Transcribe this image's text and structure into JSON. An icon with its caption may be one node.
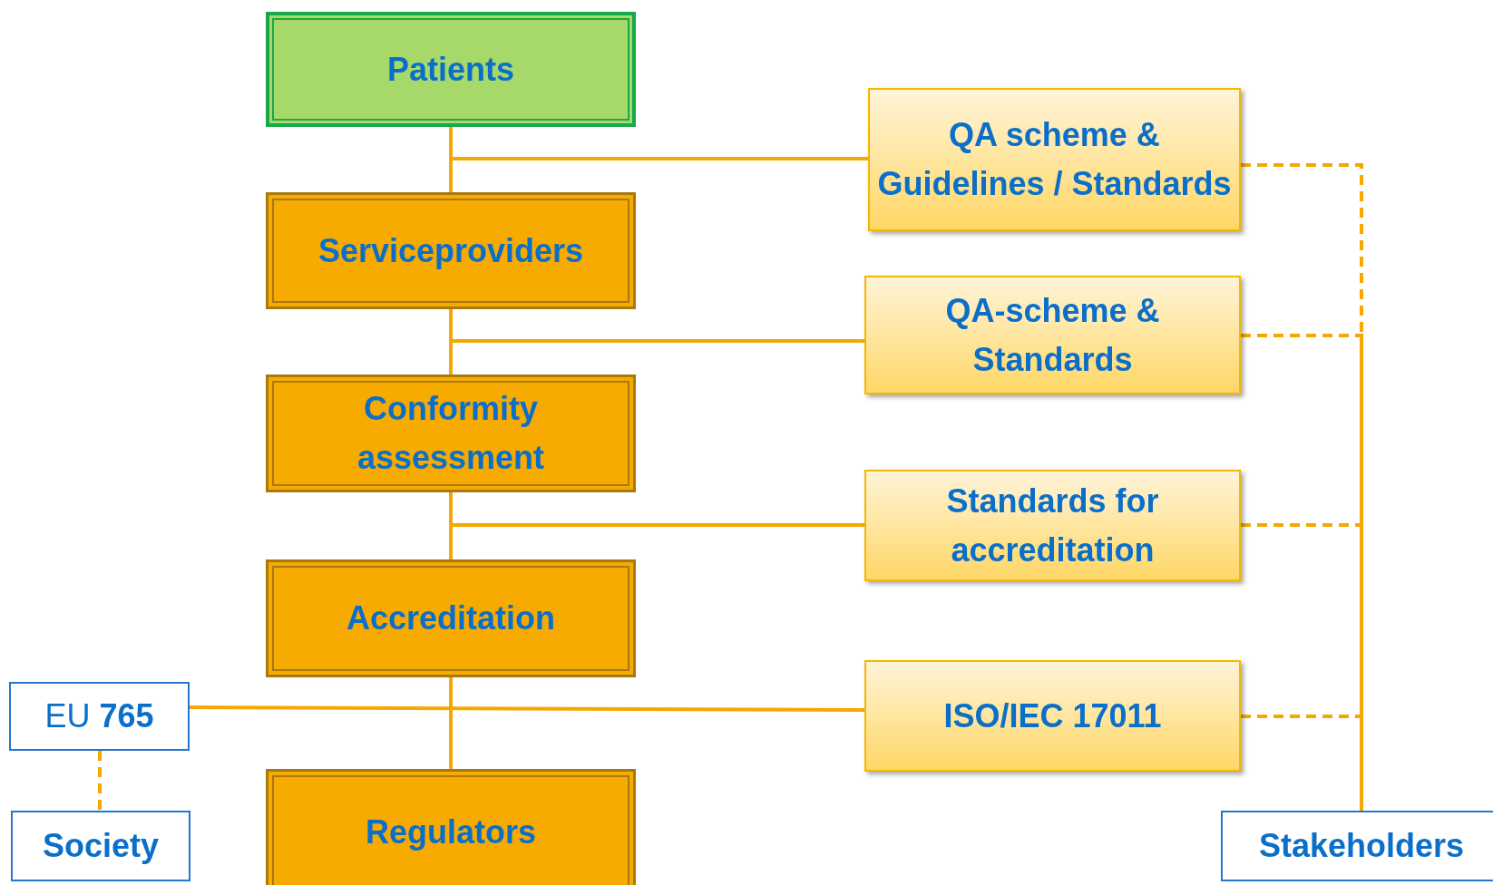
{
  "diagram": {
    "nodes": [
      {
        "text": [
          "Patients"
        ]
      },
      {
        "text": [
          "Serviceproviders"
        ]
      },
      {
        "text": [
          "Conformity assessment"
        ]
      },
      {
        "text": [
          "Accreditation"
        ]
      },
      {
        "text": [
          "Regulators"
        ]
      },
      {
        "text": [
          "QA scheme & Guidelines / Standards"
        ]
      },
      {
        "text": [
          "QA-scheme & Standards"
        ]
      },
      {
        "text": [
          "Standards for accreditation"
        ]
      },
      {
        "text": [
          "ISO/IEC 17011"
        ]
      },
      {
        "text": [
          "EU **765**"
        ]
      },
      {
        "text": [
          "Society"
        ]
      },
      {
        "text": [
          "Stakeholders"
        ]
      }
    ],
    "edges": [
      {
        "from": 0,
        "to": 1,
        "arrow": "none"
      },
      {
        "from": 1,
        "to": 2,
        "arrow": "none"
      },
      {
        "from": 2,
        "to": 3,
        "arrow": "none"
      },
      {
        "from": 3,
        "to": 4,
        "arrow": "none"
      },
      {
        "from": 5,
        "to": 0,
        "arrow": "none"
      },
      {
        "from": 6,
        "to": 1,
        "arrow": "none"
      },
      {
        "from": 7,
        "to": 2,
        "arrow": "none"
      },
      {
        "from": 9,
        "to": 8,
        "arrow": "none"
      },
      {
        "from": 9,
        "to": 10,
        "arrow": "none",
        "style": "dashed"
      },
      {
        "from": 5,
        "to": 11,
        "arrow": "none",
        "style": "dashed"
      },
      {
        "from": 6,
        "to": 11,
        "arrow": "none",
        "style": "dashed"
      },
      {
        "from": 7,
        "to": 11,
        "arrow": "none",
        "style": "dashed"
      },
      {
        "from": 8,
        "to": 11,
        "arrow": "none",
        "style": "dashed"
      }
    ]
  }
}
